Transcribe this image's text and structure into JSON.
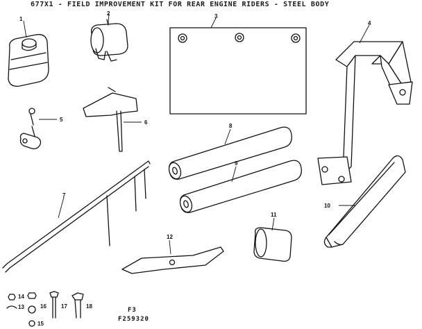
{
  "diagram": {
    "title": "677X1 - FIELD IMPROVEMENT KIT FOR REAR ENGINE RIDERS - STEEL BODY",
    "figure_label": "F3",
    "figure_number": "F259320",
    "callouts": [
      "1",
      "2",
      "3",
      "4",
      "5",
      "6",
      "7",
      "8",
      "9",
      "10",
      "11",
      "12",
      "13",
      "14",
      "15",
      "16",
      "17",
      "18"
    ]
  }
}
